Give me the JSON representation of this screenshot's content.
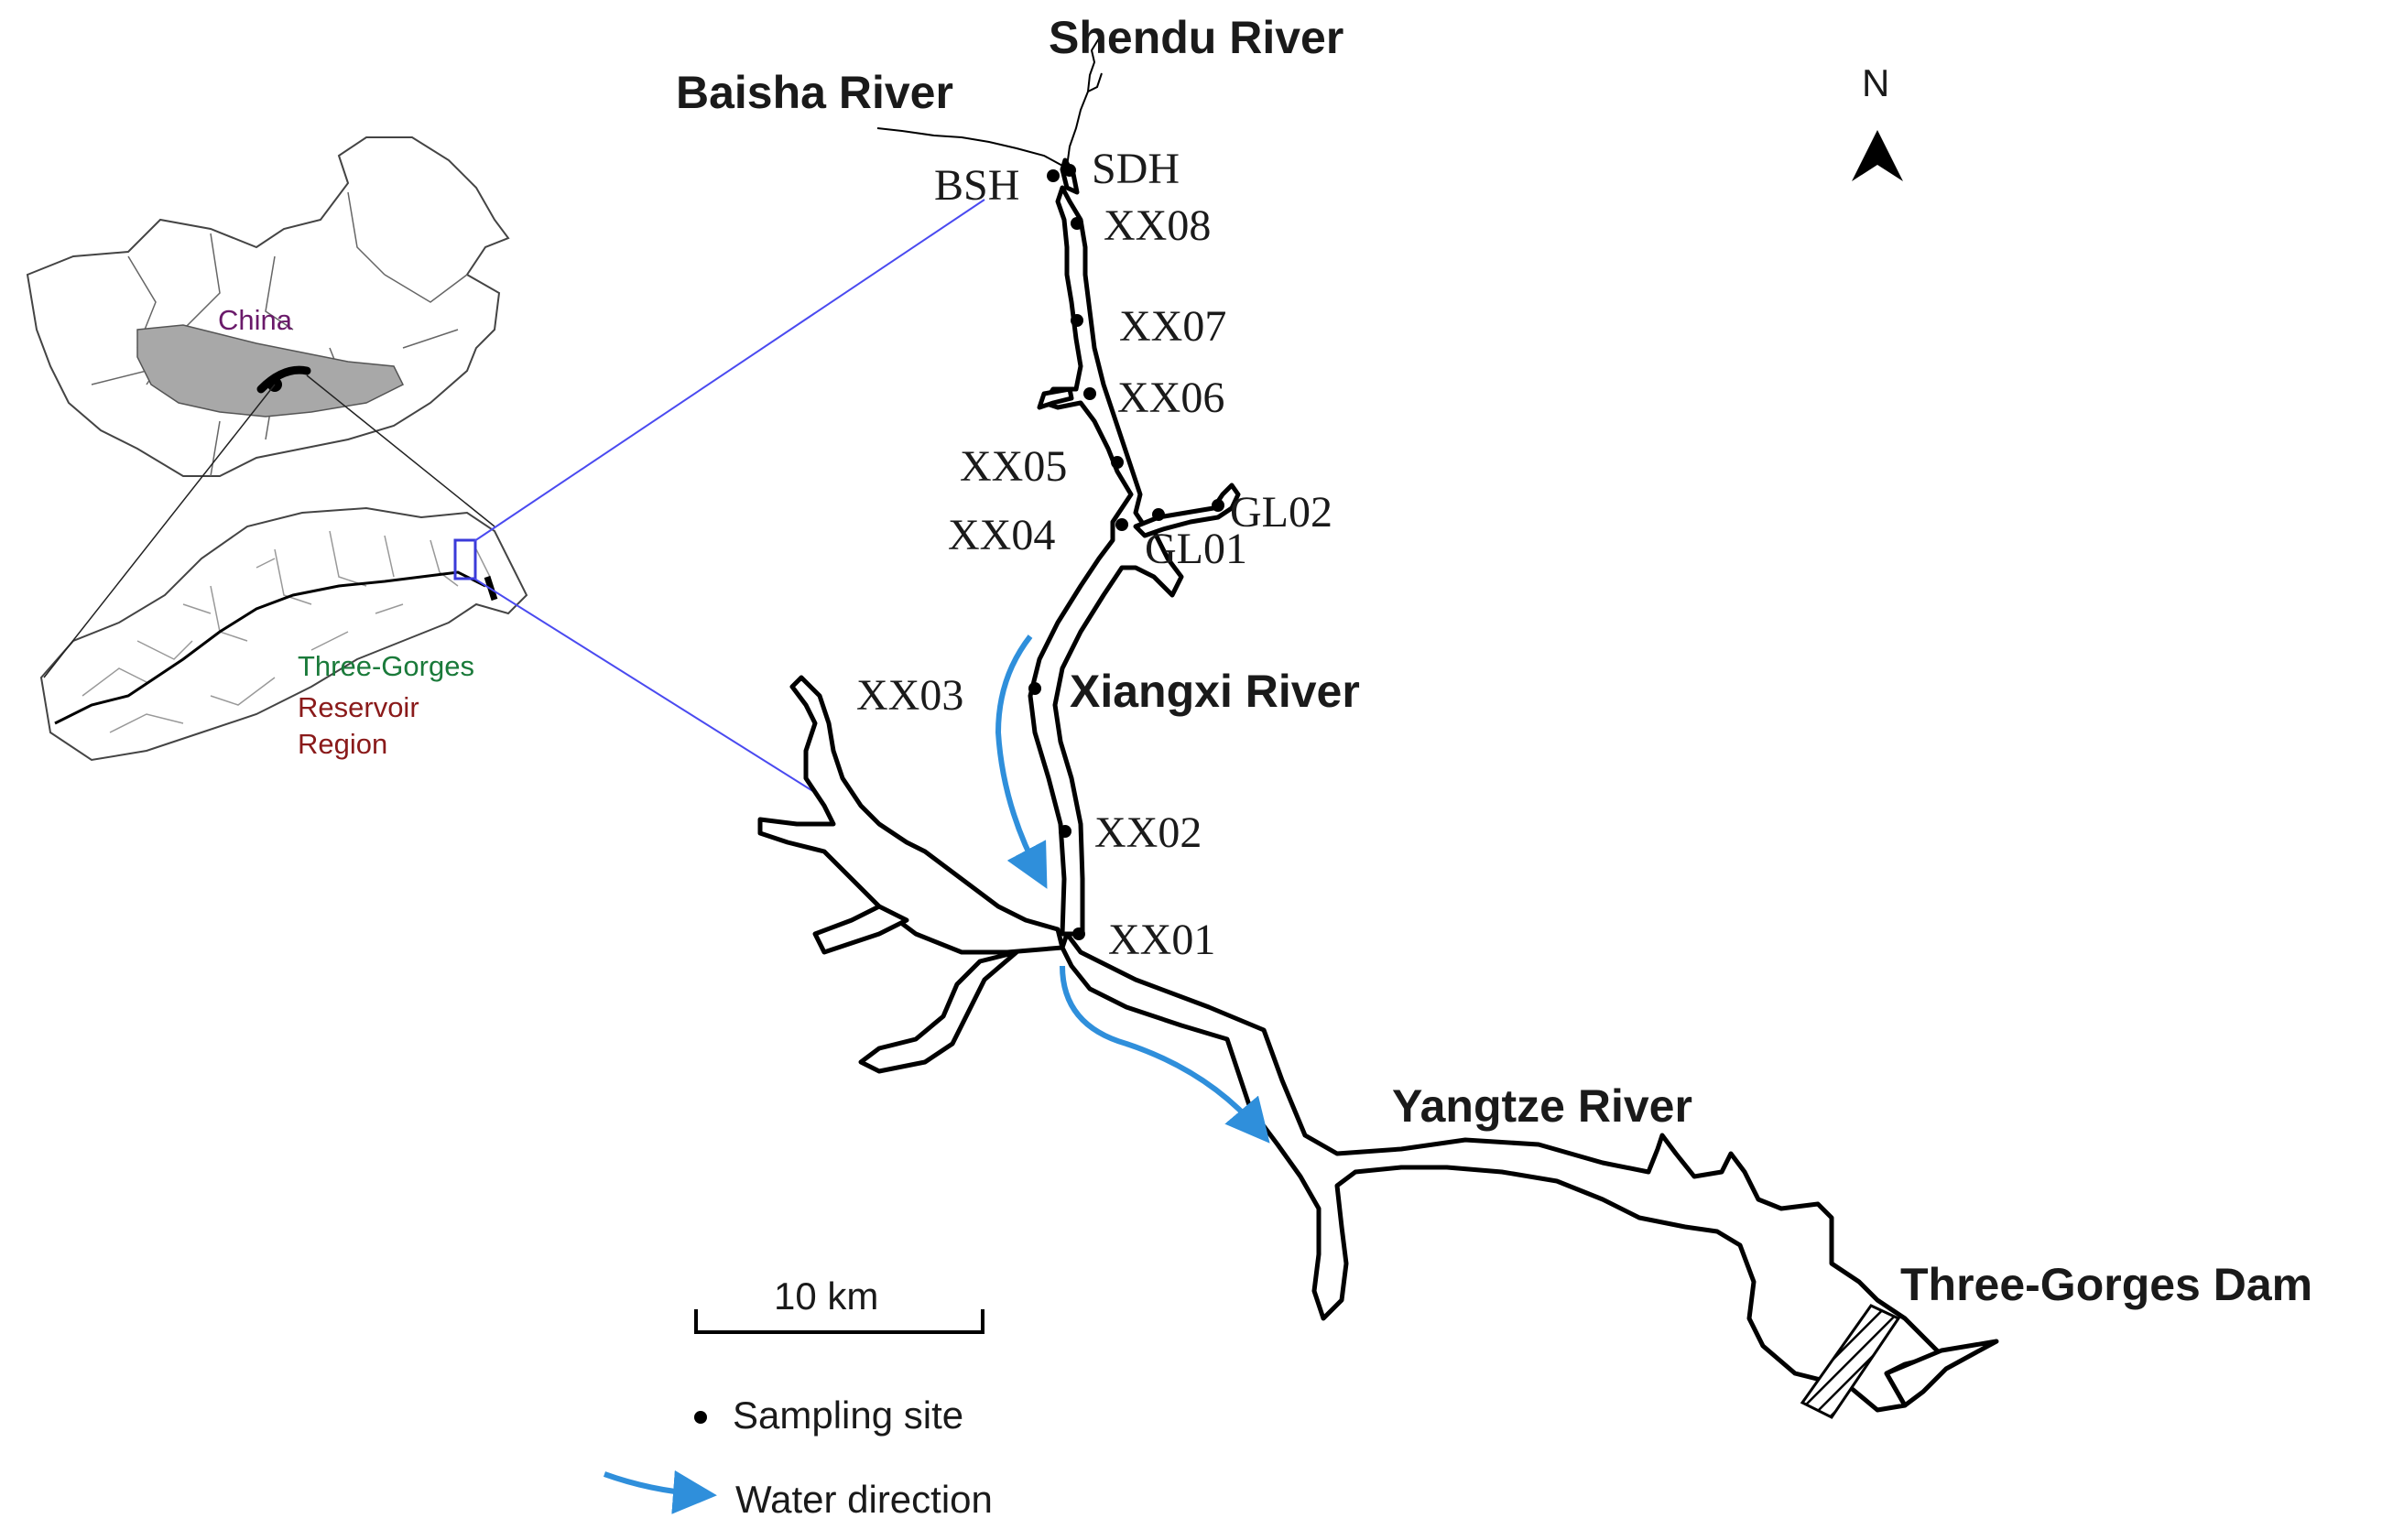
{
  "rivers": {
    "shendu": "Shendu River",
    "baisha": "Baisha River",
    "xiangxi": "Xiangxi River",
    "yangtze": "Yangtze River"
  },
  "dam": "Three-Gorges Dam",
  "north": "N",
  "inset": {
    "country": "China",
    "region_line1": "Three-Gorges",
    "region_line2": "Reservoir",
    "region_line3": "Region"
  },
  "sites": [
    "BSH",
    "SDH",
    "XX08",
    "XX07",
    "XX06",
    "XX05",
    "XX04",
    "GL01",
    "GL02",
    "XX03",
    "XX02",
    "XX01"
  ],
  "scale_bar": "10 km",
  "legend": {
    "sampling_site": "Sampling site",
    "water_direction": "Water direction"
  },
  "colors": {
    "water_arrow": "#2f8fdb",
    "zoom_line": "#4a4af0",
    "region_text_green": "#1a7a3a",
    "region_text_red": "#8a1a1a",
    "china_text": "#6a1a6a"
  }
}
